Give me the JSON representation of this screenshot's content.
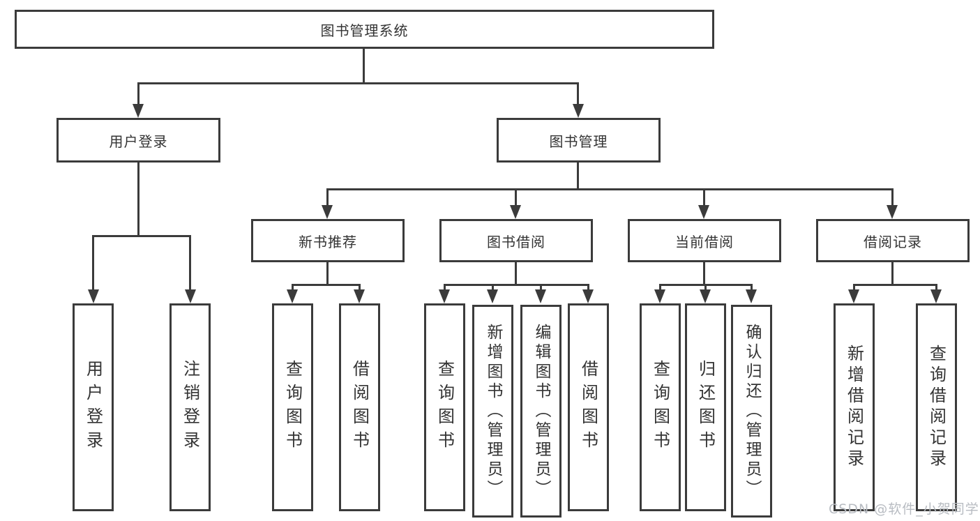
{
  "colors": {
    "line": "#3b3b3b",
    "text": "#333333",
    "watermark": "#b8bcc2",
    "bg": "#ffffff"
  },
  "watermark": {
    "text": "CSDN @软件_小贺同学"
  },
  "tree": {
    "root": "图书管理系统",
    "branches": {
      "login": {
        "label": "用户登录",
        "children": [
          "用户登录",
          "注销登录"
        ]
      },
      "manage": {
        "label": "图书管理"
      }
    },
    "sections": [
      {
        "label": "新书推荐",
        "children": [
          "查询图书",
          "借阅图书"
        ]
      },
      {
        "label": "图书借阅",
        "children": [
          "查询图书",
          "新增图书（管理员）",
          "编辑图书（管理员）",
          "借阅图书"
        ]
      },
      {
        "label": "当前借阅",
        "children": [
          "查询图书",
          "归还图书",
          "确认归还（管理员）"
        ]
      },
      {
        "label": "借阅记录",
        "children": [
          "新增借阅记录",
          "查询借阅记录"
        ]
      }
    ]
  }
}
